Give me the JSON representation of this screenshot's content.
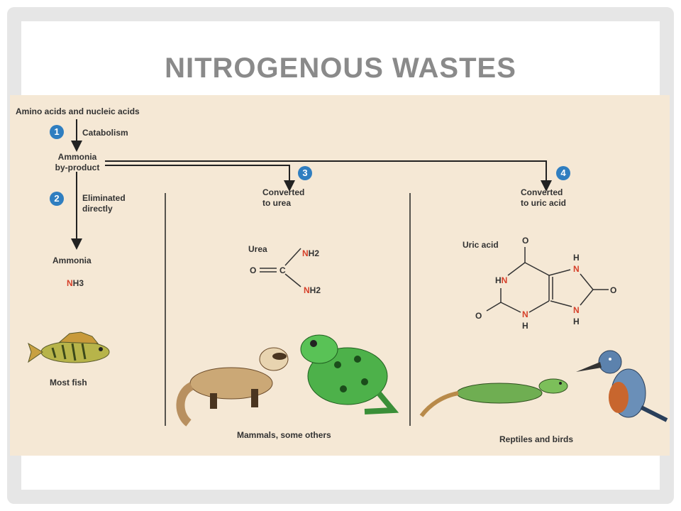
{
  "slide_title": "NITROGENOUS WASTES",
  "flow": {
    "source": "Amino acids and nucleic acids",
    "step1": {
      "number": "1",
      "label": "Catabolism"
    },
    "intermediate": [
      "Ammonia",
      "by-product"
    ],
    "step2": {
      "number": "2",
      "label": [
        "Eliminated",
        "directly"
      ]
    },
    "step3": {
      "number": "3",
      "label": [
        "Converted",
        "to urea"
      ]
    },
    "step4": {
      "number": "4",
      "label": [
        "Converted",
        "to uric acid"
      ]
    }
  },
  "ammonia": {
    "name": "Ammonia",
    "formula_n": "N",
    "formula_rest": "H3"
  },
  "urea": {
    "name": "Urea",
    "o": "O",
    "c": "C",
    "nh2_top_n": "N",
    "nh2_top_h": "H2",
    "nh2_bot_n": "N",
    "nh2_bot_h": "H2"
  },
  "uric_acid": {
    "name": "Uric acid",
    "o": "O",
    "n": "N",
    "h": "H",
    "hn_h": "H"
  },
  "groups": {
    "fish": "Most fish",
    "mammals": "Mammals, some others",
    "reptiles_birds": "Reptiles and birds"
  },
  "colors": {
    "badge": "#2f7ec0",
    "nitrogen": "#d6402a",
    "panel": "#f5e8d5",
    "title": "#8a8a8a"
  }
}
